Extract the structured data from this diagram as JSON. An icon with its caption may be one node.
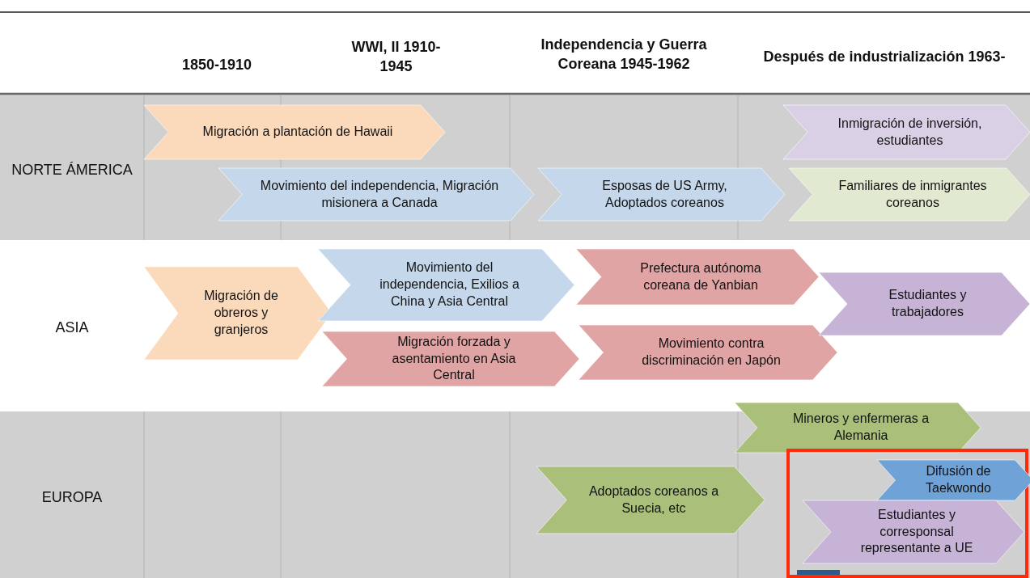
{
  "diagram": {
    "nodes": [
      {
        "text": [
          "Migración a plantación de Hawaii"
        ]
      },
      {
        "text": [
          "Movimiento del independencia, Migración misionera a Canada"
        ]
      },
      {
        "text": [
          "Esposas de US Army, Adoptados coreanos"
        ]
      },
      {
        "text": [
          "Inmigración de inversión, estudiantes"
        ]
      },
      {
        "text": [
          "Familiares de inmigrantes coreanos"
        ]
      },
      {
        "text": [
          "Migración de obreros y granjeros"
        ]
      },
      {
        "text": [
          "Movimiento del independencia, Exilios a China y Asia Central"
        ]
      },
      {
        "text": [
          "Migración forzada y asentamiento en Asia Central"
        ]
      },
      {
        "text": [
          "Prefectura autónoma coreana de Yanbian"
        ]
      },
      {
        "text": [
          "Movimiento contra discriminación en Japón"
        ]
      },
      {
        "text": [
          "Estudiantes y trabajadores"
        ]
      },
      {
        "text": [
          "Mineros y enfermeras a Alemania"
        ]
      },
      {
        "text": [
          "Adoptados coreanos a Suecia, etc"
        ]
      },
      {
        "text": [],
        "shape": "box"
      },
      {
        "text": [
          "Difusión de Taekwondo"
        ],
        "in": 13
      },
      {
        "text": [
          "Estudiantes y corresponsal representante a UE"
        ],
        "in": 13
      }
    ],
    "labels": [
      "1850-1910",
      "WWI, II 1910-1945",
      "Independencia y Guerra Coreana 1945-1962",
      "Después de industrialización 1963-",
      "NORTE ÁMERICA",
      "ASIA",
      "EUROPA"
    ]
  }
}
